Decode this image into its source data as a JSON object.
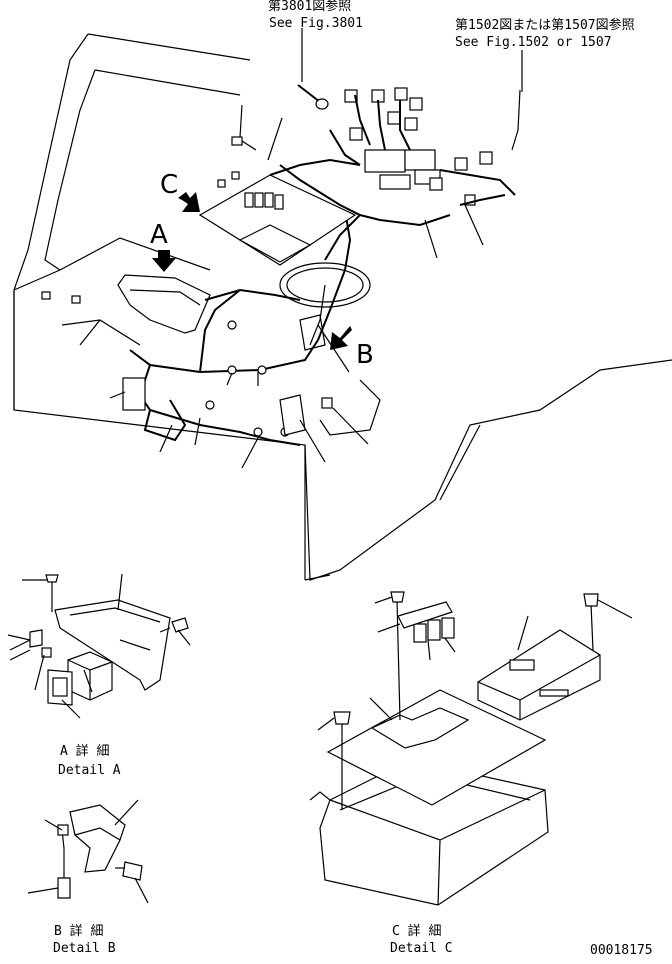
{
  "refs": {
    "fig3801_jp": "第3801図参照",
    "fig3801_en": "See Fig.3801",
    "fig1502_jp": "第1502図または第1507図参照",
    "fig1502_en": "See Fig.1502 or 1507"
  },
  "view_letters": {
    "a": "A",
    "b": "B",
    "c": "C"
  },
  "details": {
    "a_jp": "A 詳 細",
    "a_en": "Detail A",
    "b_jp": "B 詳 細",
    "b_en": "Detail B",
    "c_jp": "C 詳 細",
    "c_en": "Detail C"
  },
  "drawing_number": "00018175"
}
